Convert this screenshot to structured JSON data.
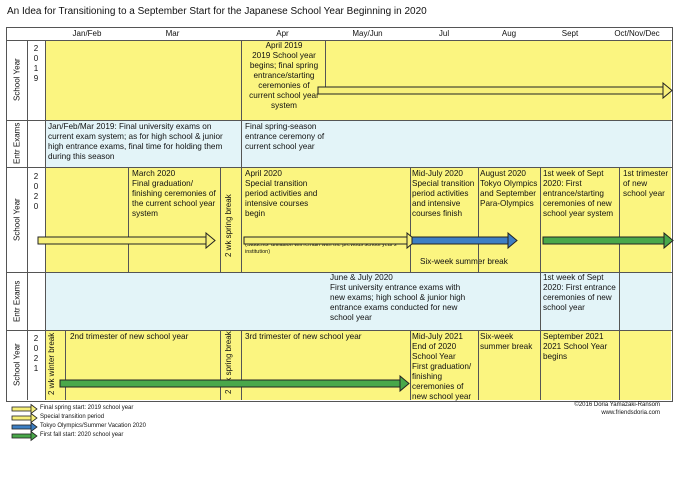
{
  "title": "An Idea for Transitioning to a September Start for the Japanese School Year Beginning in 2020",
  "months": [
    "Jan/Feb",
    "Mar",
    "Apr",
    "May/Jun",
    "Jul",
    "Aug",
    "Sept",
    "Oct/Nov/Dec"
  ],
  "row_labels": {
    "school_year": "School Year",
    "entr_exams": "Entr Exams"
  },
  "years": {
    "y2019": [
      "2",
      "0",
      "1",
      "9"
    ],
    "y2020": [
      "2",
      "0",
      "2",
      "0"
    ],
    "y2021": [
      "2",
      "0",
      "2",
      "1"
    ]
  },
  "row2019": {
    "apr_text": "April 2019\n2019 School year begins; final spring entrance/starting ceremonies of current school year system"
  },
  "exams2019": {
    "jan_text": "Jan/Feb/Mar 2019: Final university exams on current exam system; as for high school & junior high entrance exams, final time for holding them during this season",
    "apr_text": "Final spring-season entrance ceremony of current school year"
  },
  "row2020": {
    "mar_text": "March 2020\nFinal graduation/ finishing ceremonies of the current school year system",
    "spring_break": "2 wk spring break",
    "apr_text": "April 2020\nSpecial transition period activities and intensive courses begin",
    "apr_note": "(Students' affiliation will remain with the previous school year's institution)",
    "jul_text": "Mid-July 2020\nSpecial transition period activities and intensive courses finish",
    "aug_text": "August 2020\nTokyo Olympics and September Para-Olympics",
    "summer_break": "Six-week summer break",
    "sep_text": "1st week of Sept 2020: First entrance/starting ceremonies of new school year system",
    "oct_text": "1st trimester of new school year"
  },
  "exams2020": {
    "jun_text": "June & July 2020\nFirst university entrance exams with new exams; high school & junior high entrance exams conducted for new school year",
    "sep_text": "1st week of Sept 2020: First entrance ceremonies of new school year"
  },
  "row2021": {
    "winter_break": "2 wk winter break",
    "jan_text": "2nd trimester of new school year",
    "spring_break": "2 wk spring break",
    "apr_text": "3rd trimester of new school year",
    "jul_text": "Mid-July 2021\nEnd of 2020 School Year\nFirst graduation/ finishing ceremonies of new school year",
    "aug_text": "Six-week summer break",
    "sep_text": "September 2021\n2021 School Year begins"
  },
  "legend": [
    {
      "label": "Final spring start: 2019 school year",
      "color": "#f7f07a"
    },
    {
      "label": "Special transition period",
      "color": "#f7f07a"
    },
    {
      "label": "Tokyo Olympics/Summer Vacation 2020",
      "color": "#3d7fc4"
    },
    {
      "label": "First fall start: 2020 school year",
      "color": "#49a84a"
    }
  ],
  "credit": {
    "line1": "©2016   Doria Yamazaki-Ransom",
    "line2": "www.friendsdoria.com"
  },
  "colors": {
    "yellow": "#fbf580",
    "blue": "#e3f4f8",
    "arrow_yellow": "#f7f07a",
    "arrow_blue": "#3d7fc4",
    "arrow_green": "#49a84a"
  }
}
